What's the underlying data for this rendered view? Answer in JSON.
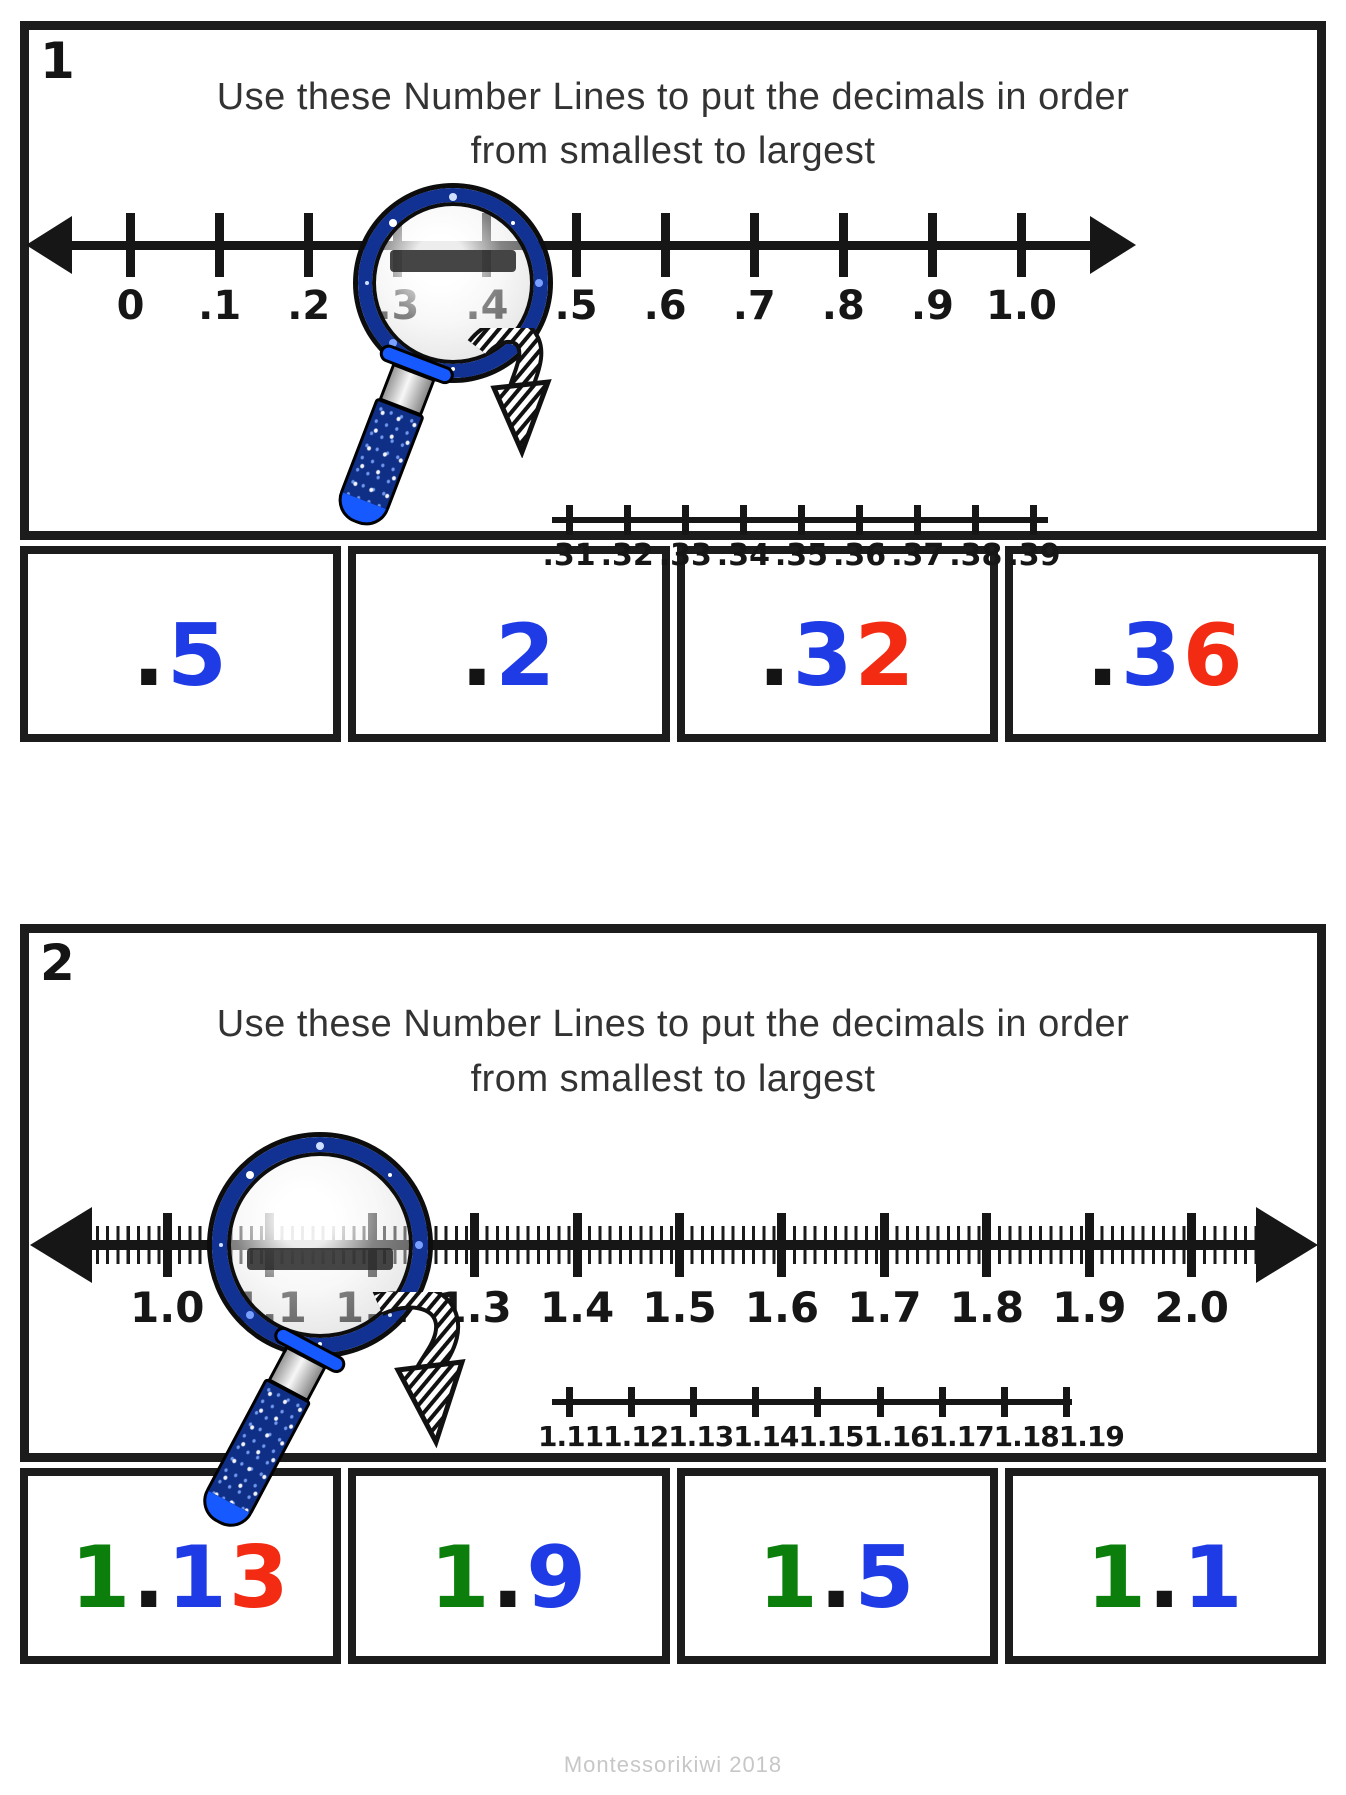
{
  "colors": {
    "black": "#141414",
    "blue": "#1f3be6",
    "red": "#f32b13",
    "green": "#0b7e0b"
  },
  "footer": {
    "credit": "Montessorikiwi 2018"
  },
  "cards": [
    {
      "number": "1",
      "title_line1": "Use these Number Lines to put the decimals in order",
      "title_line2": "from smallest to largest",
      "numberline": {
        "labels": [
          "0",
          ".1",
          ".2",
          ".3",
          ".4",
          ".5",
          ".6",
          ".7",
          ".8",
          ".9",
          "1.0"
        ],
        "magnified_range": [
          ".3",
          ".4"
        ]
      },
      "zoomline": {
        "labels": [
          ".31",
          ".32",
          ".33",
          ".34",
          ".35",
          ".36",
          ".37",
          ".38",
          ".39"
        ]
      },
      "answers": [
        {
          "value": ".5",
          "parts": [
            {
              "text": ".",
              "color": "black"
            },
            {
              "text": "5",
              "color": "blue"
            }
          ]
        },
        {
          "value": ".2",
          "parts": [
            {
              "text": ".",
              "color": "black"
            },
            {
              "text": "2",
              "color": "blue"
            }
          ]
        },
        {
          "value": ".32",
          "parts": [
            {
              "text": ".",
              "color": "black"
            },
            {
              "text": "3",
              "color": "blue"
            },
            {
              "text": "2",
              "color": "red"
            }
          ]
        },
        {
          "value": ".36",
          "parts": [
            {
              "text": ".",
              "color": "black"
            },
            {
              "text": "3",
              "color": "blue"
            },
            {
              "text": "6",
              "color": "red"
            }
          ]
        }
      ]
    },
    {
      "number": "2",
      "title_line1": "Use these Number Lines to put the decimals in order",
      "title_line2": "from smallest to largest",
      "numberline": {
        "labels": [
          "1.0",
          "1.1",
          "1.2",
          "1.3",
          "1.4",
          "1.5",
          "1.6",
          "1.7",
          "1.8",
          "1.9",
          "2.0"
        ],
        "magnified_range": [
          "1.1",
          "1.2"
        ]
      },
      "zoomline": {
        "labels": [
          "1.11",
          "1.12",
          "1.13",
          "1.14",
          "1.15",
          "1.16",
          "1.17",
          "1.18",
          "1.19"
        ]
      },
      "answers": [
        {
          "value": "1.13",
          "parts": [
            {
              "text": "1",
              "color": "green"
            },
            {
              "text": ".",
              "color": "black"
            },
            {
              "text": "1",
              "color": "blue"
            },
            {
              "text": "3",
              "color": "red"
            }
          ]
        },
        {
          "value": "1.9",
          "parts": [
            {
              "text": "1",
              "color": "green"
            },
            {
              "text": ".",
              "color": "black"
            },
            {
              "text": "9",
              "color": "blue"
            }
          ]
        },
        {
          "value": "1.5",
          "parts": [
            {
              "text": "1",
              "color": "green"
            },
            {
              "text": ".",
              "color": "black"
            },
            {
              "text": "5",
              "color": "blue"
            }
          ]
        },
        {
          "value": "1.1",
          "parts": [
            {
              "text": "1",
              "color": "green"
            },
            {
              "text": ".",
              "color": "black"
            },
            {
              "text": "1",
              "color": "blue"
            }
          ]
        }
      ]
    }
  ]
}
